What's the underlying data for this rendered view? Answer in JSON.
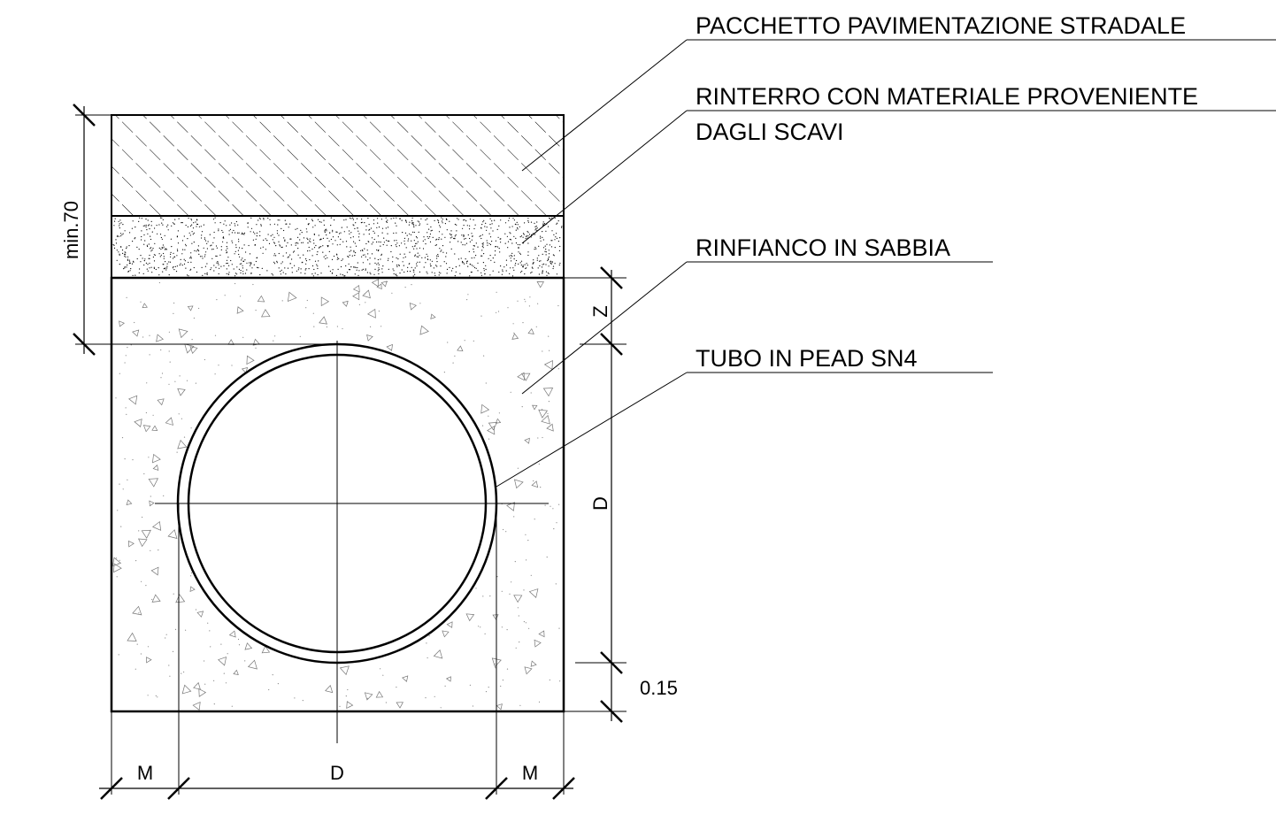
{
  "labels": {
    "paving": "PACCHETTO PAVIMENTAZIONE STRADALE",
    "backfill_line1": "RINTERRO CON MATERIALE PROVENIENTE",
    "backfill_line2": "DAGLI SCAVI",
    "sand": "RINFIANCO IN SABBIA",
    "pipe": "TUBO IN PEAD SN4"
  },
  "dimensions": {
    "cover": "min.70",
    "z": "Z",
    "diameter_v": "D",
    "bedding": "0.15",
    "margin_left": "M",
    "diameter_h": "D",
    "margin_right": "M"
  },
  "colors": {
    "line": "#000000",
    "background": "#ffffff"
  }
}
